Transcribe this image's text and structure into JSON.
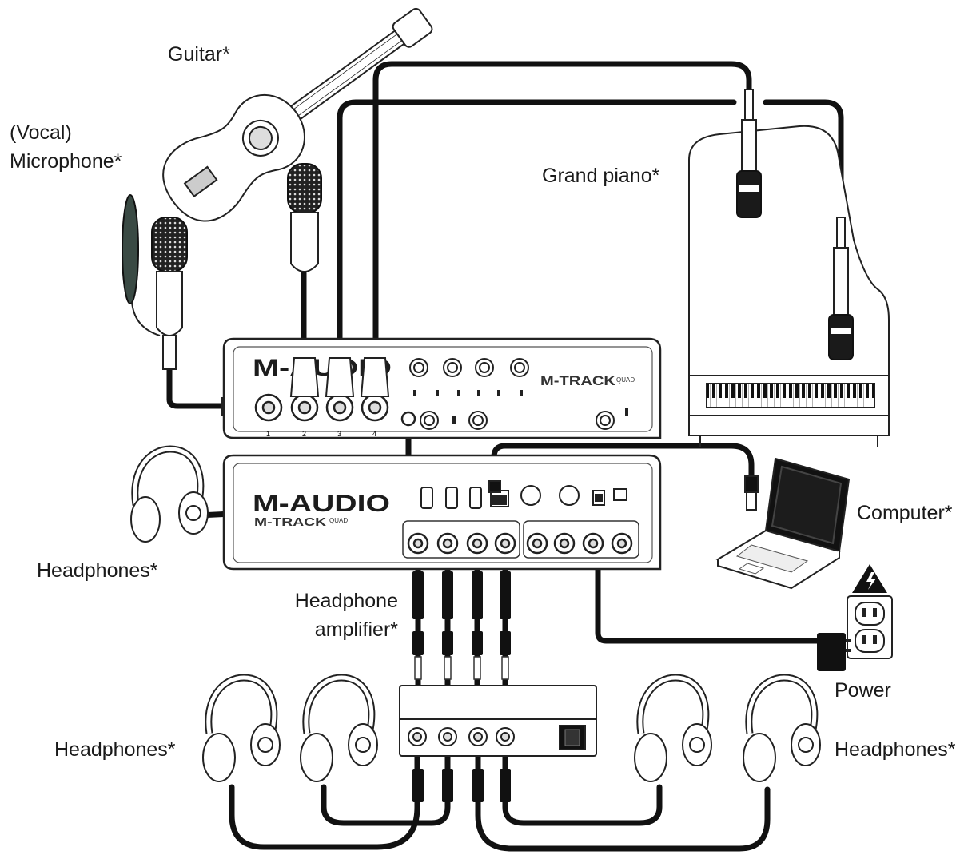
{
  "labels": {
    "guitar": "Guitar*",
    "vocal_mic_line1": "(Vocal)",
    "vocal_mic_line2": "Microphone*",
    "grand_piano": "Grand piano*",
    "computer": "Computer*",
    "headphones_left_top": "Headphones*",
    "headphone_amp_line1": "Headphone",
    "headphone_amp_line2": "amplifier*",
    "power": "Power",
    "headphones_bottom_left": "Headphones*",
    "headphones_bottom_right": "Headphones*"
  },
  "devices": {
    "top_unit_brand": "M-AUDIO",
    "top_unit_model": "M-TRACK",
    "top_unit_model_suffix": "QUAD",
    "bottom_unit_brand": "M-AUDIO",
    "bottom_unit_model": "M-TRACK",
    "bottom_unit_model_suffix": "QUAD",
    "input_numbers": [
      "1",
      "2",
      "3",
      "4"
    ]
  },
  "colors": {
    "cable": "#111111",
    "outline": "#222222",
    "mic_foam": "#3a4a44"
  },
  "icons": [
    "guitar-icon",
    "microphone-icon",
    "pop-filter-icon",
    "grand-piano-icon",
    "laptop-icon",
    "headphones-icon",
    "power-outlet-icon",
    "warning-icon",
    "audio-interface-icon",
    "headphone-amplifier-icon"
  ]
}
